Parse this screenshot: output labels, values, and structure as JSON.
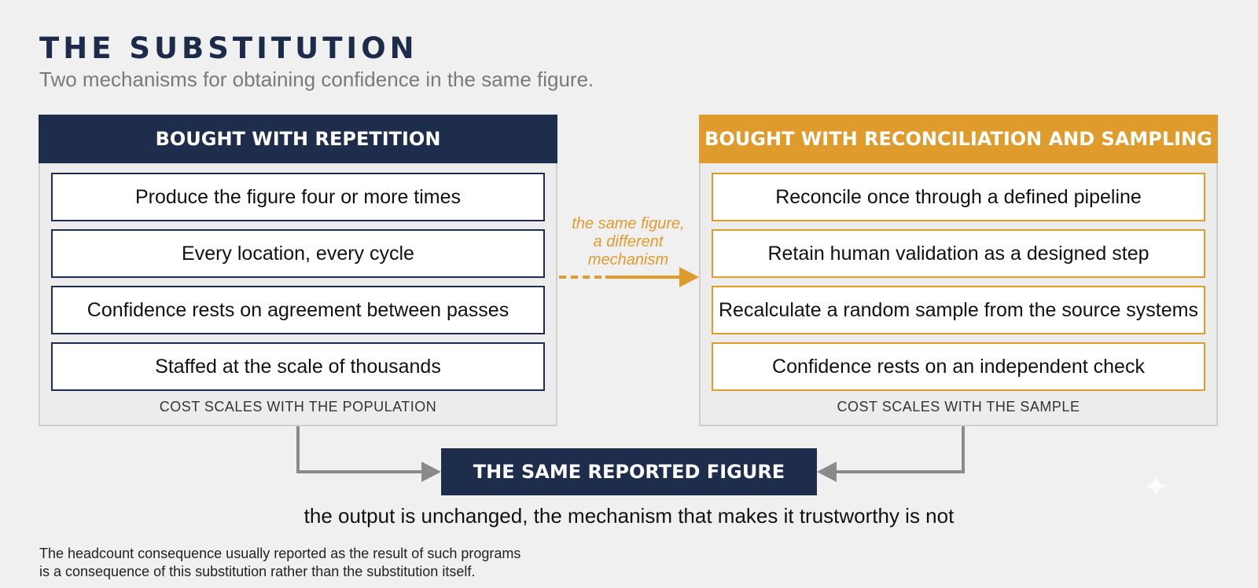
{
  "title": "THE SUBSTITUTION",
  "subtitle": "Two mechanisms for obtaining confidence in the same figure.",
  "left_panel": {
    "header": "BOUGHT WITH REPETITION",
    "items": [
      "Produce the figure four or more times",
      "Every location, every cycle",
      "Confidence rests on agreement between passes",
      "Staffed at the scale of thousands"
    ],
    "footer": "COST SCALES WITH THE POPULATION"
  },
  "right_panel": {
    "header": "BOUGHT WITH RECONCILIATION AND SAMPLING",
    "items": [
      "Reconcile once through a defined pipeline",
      "Retain human validation as a designed step",
      "Recalculate a random sample from the source systems",
      "Confidence rests on an independent check"
    ],
    "footer": "COST SCALES WITH THE SAMPLE"
  },
  "bridge": {
    "lines": [
      "the same figure,",
      "a different",
      "mechanism"
    ]
  },
  "result": {
    "label": "THE SAME REPORTED FIGURE",
    "caption": "the output is unchanged, the mechanism that makes it trustworthy is not"
  },
  "footnote": {
    "lines": [
      "The headcount consequence usually reported as the result of such programs",
      "is a consequence of this substitution rather than the substitution itself."
    ]
  },
  "colors": {
    "navy": "#1f2d4d",
    "orange": "#e09b2d",
    "connector_gray": "#8a8a8a"
  },
  "icons": {
    "sparkle": "sparkle-icon"
  }
}
